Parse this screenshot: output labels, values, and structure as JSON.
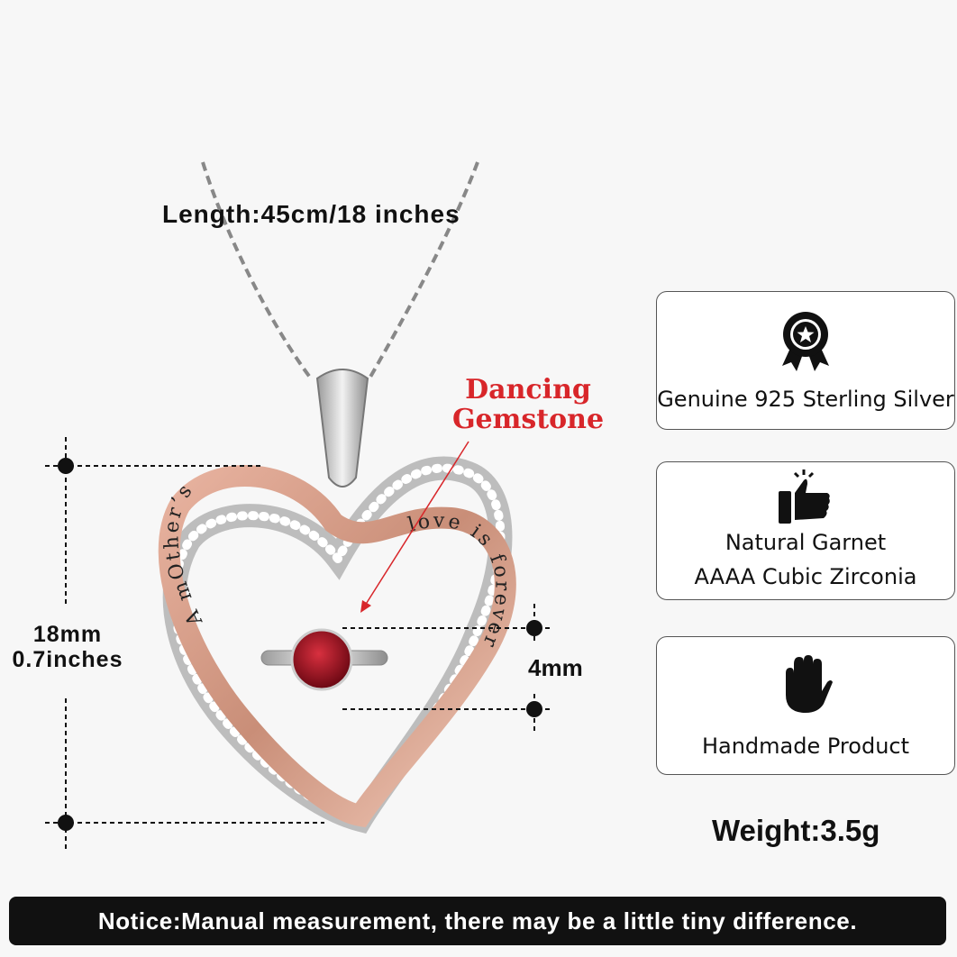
{
  "length_label": "Length:45cm/18 inches",
  "callout": {
    "line1": "Dancing",
    "line2": "Gemstone",
    "color": "#d8262a"
  },
  "height_dim": {
    "line1": "18mm",
    "line2": "0.7inches"
  },
  "stone_dim": "4mm",
  "engraving": {
    "left": "A mOther’s",
    "right": "love is forever"
  },
  "features": [
    {
      "icon": "award-ribbon-icon",
      "lines": [
        "Genuine 925 Sterling Silver"
      ]
    },
    {
      "icon": "thumbs-up-icon",
      "lines": [
        "Natural Garnet",
        "AAAA Cubic Zirconia"
      ]
    },
    {
      "icon": "hand-icon",
      "lines": [
        "Handmade Product"
      ]
    }
  ],
  "weight": "Weight:3.5g",
  "notice": "Notice:Manual measurement, there may be a little tiny difference."
}
